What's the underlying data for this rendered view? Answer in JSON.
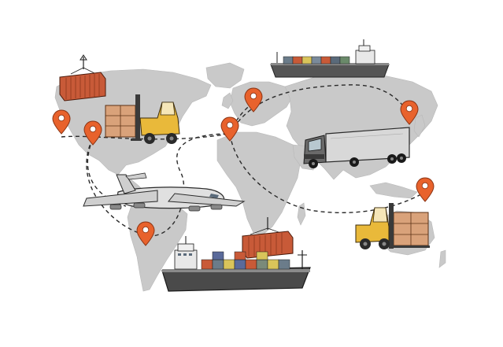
{
  "scene": {
    "type": "illustration",
    "subject_icons": [
      "world-map",
      "container-ship",
      "cargo-plane",
      "semi-truck",
      "forklift",
      "shipping-container",
      "location-pin"
    ]
  },
  "colors": {
    "background": "#ffffff",
    "map_land": "#c9c9c9",
    "route_line": "#2a2a2a",
    "pin_orange": "#e8622c",
    "container_rust": "#c85a38",
    "forklift_yellow": "#e9b93a",
    "crates_tan": "#d9a27a",
    "hull_dark": "#4a4a4a",
    "truck_trailer": "#d8d8d8"
  }
}
